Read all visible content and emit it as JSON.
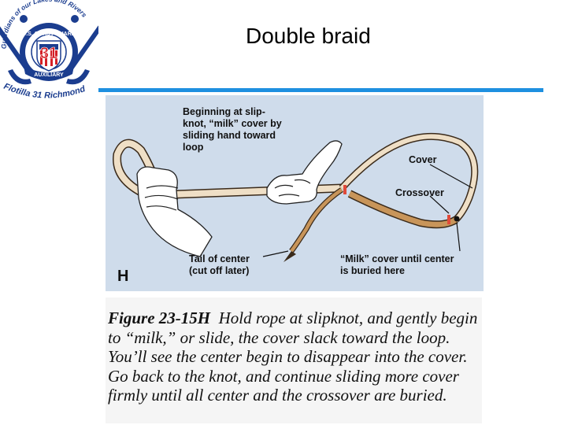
{
  "logo": {
    "arc_top_text": "Guardians of our Lakes and Rivers",
    "seal_text": "U.S. COAST GUARD",
    "seal_number": "31",
    "seal_banner": "AUXILIARY",
    "bottom_text": "Flotilla 31 Richmond"
  },
  "slide": {
    "title": "Double braid"
  },
  "figure": {
    "panel_letter": "H",
    "callouts": {
      "beginning": "Beginning at slip-knot, “milk” cover by sliding hand toward loop",
      "cover": "Cover",
      "crossover": "Crossover",
      "tail": "Tail of center (cut off later)",
      "milk": "“Milk” cover until center is buried here"
    },
    "colors": {
      "background": "#cfdceb",
      "cover_rope": "#efdfc6",
      "center_rope": "#c8955a",
      "crossover_mark": "#e04a3a",
      "accent_bar": "#1e90e0"
    }
  },
  "caption": {
    "label": "Figure 23-15H",
    "text": "Hold rope at slipknot, and gently begin to “milk,” or slide, the cover slack toward the loop. You’ll see the center begin to disappear into the cover. Go back to the knot, and continue sliding more cover firmly until all center and the crossover are buried."
  }
}
